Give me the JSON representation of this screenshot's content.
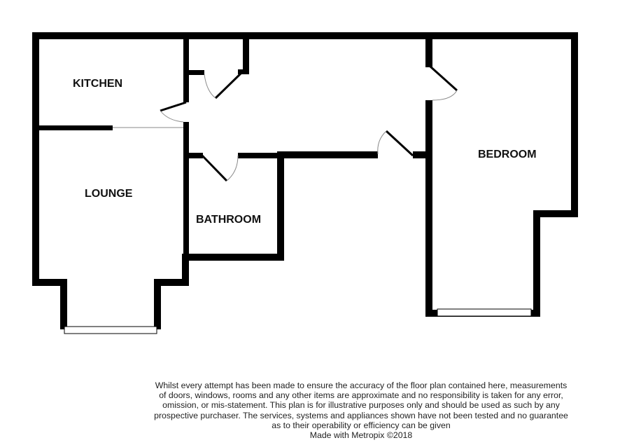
{
  "rooms": {
    "kitchen": "KITCHEN",
    "lounge": "LOUNGE",
    "bathroom": "BATHROOM",
    "bedroom": "BEDROOM"
  },
  "disclaimer": {
    "lines": [
      "Whilst every attempt has been made to ensure the accuracy of the floor plan contained here, measurements",
      "of doors, windows, rooms and any other items are approximate and no responsibility is taken for any error,",
      "omission, or mis-statement. This plan is for illustrative purposes only and should be used as such by any",
      "prospective purchaser. The services, systems and appliances shown have not been tested and no guarantee",
      "as to their operability or efficiency can be given"
    ],
    "credit": "Made with Metropix ©2018"
  },
  "colors": {
    "wall": "#000000",
    "background": "#ffffff"
  }
}
